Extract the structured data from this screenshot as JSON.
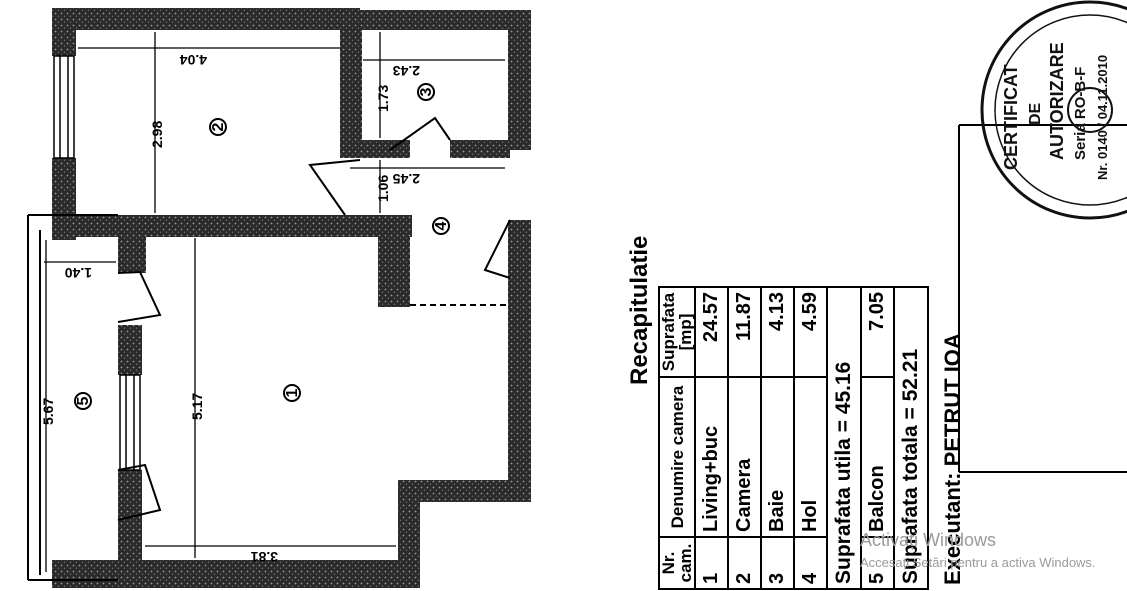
{
  "plan": {
    "dimensions": [
      "4.04",
      "2.98",
      "2.43",
      "1.73",
      "2.45",
      "1.06",
      "1.40",
      "5.67",
      "5.17",
      "3.81"
    ],
    "room_numbers": [
      "1",
      "2",
      "3",
      "4",
      "5"
    ]
  },
  "summary": {
    "title": "Recapitulatie",
    "headers": [
      "Nr. cam.",
      "Denumire camera",
      "Suprafata [mp]"
    ],
    "rooms": [
      {
        "nr": "1",
        "name": "Living+buc",
        "area": "24.57"
      },
      {
        "nr": "2",
        "name": "Camera",
        "area": "11.87"
      },
      {
        "nr": "3",
        "name": "Baie",
        "area": "4.13"
      },
      {
        "nr": "4",
        "name": "Hol",
        "area": "4.59"
      }
    ],
    "useful_area": "Suprafata utila = 45.16",
    "balcony": {
      "nr": "5",
      "name": "Balcon",
      "area": "7.05"
    },
    "total_area": "Suprafata totala = 52.21",
    "executant": "Executant: PETRUT IOA"
  },
  "stamp": {
    "lines": [
      "CERTIFICAT",
      "DE",
      "AUTORIZARE",
      "Seria RO-B-F",
      "Nr. 0140 / 04.11.2010"
    ]
  },
  "watermark": {
    "title": "Activați Windows",
    "subtitle": "Accesați Setări pentru a activa Windows."
  }
}
